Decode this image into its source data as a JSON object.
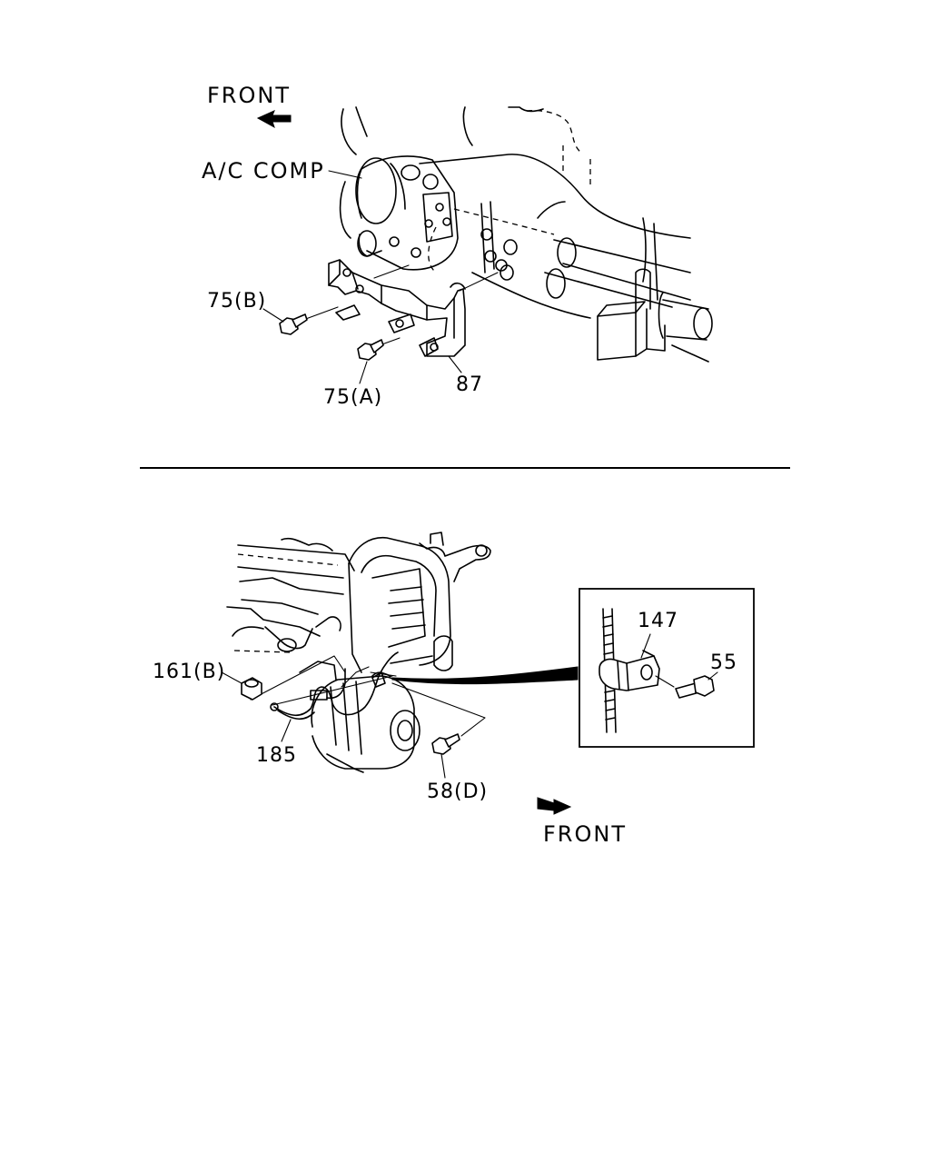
{
  "top_diagram": {
    "front_label": "FRONT",
    "ac_comp_label": "A/C  COMP",
    "callouts": {
      "bolt_75b": "75(B)",
      "bolt_75a": "75(A)",
      "bracket_87": "87"
    }
  },
  "bottom_diagram": {
    "front_label": "FRONT",
    "callouts": {
      "nut_161b": "161(B)",
      "harness_185": "185",
      "bolt_58d": "58(D)",
      "clip_147": "147",
      "bolt_55": "55"
    }
  }
}
